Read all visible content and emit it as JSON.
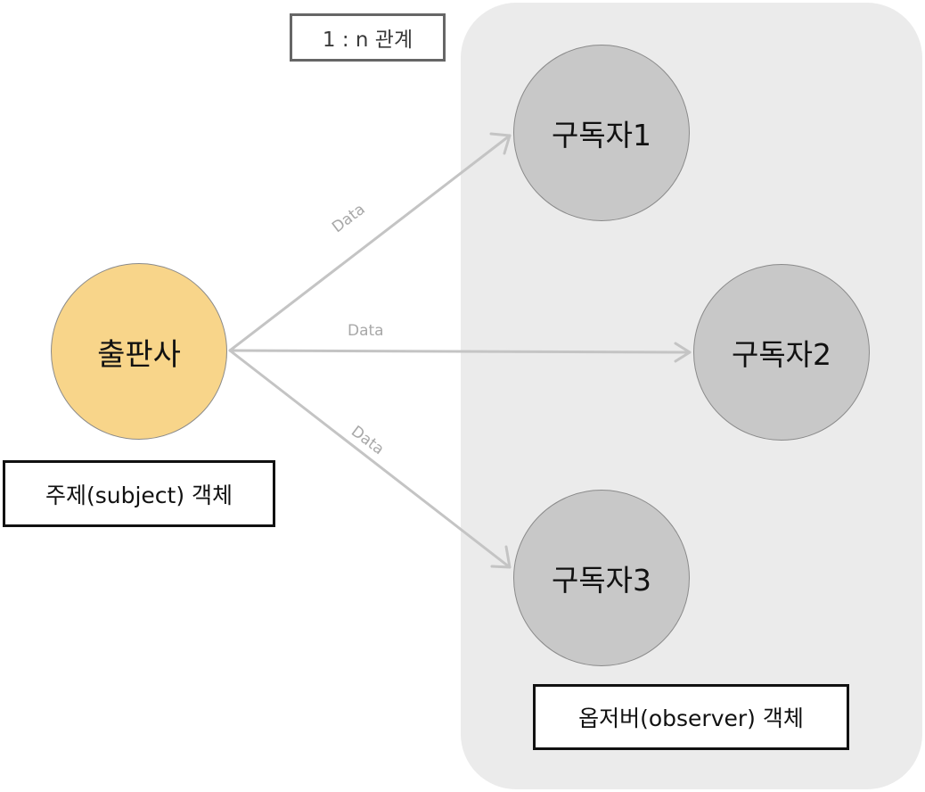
{
  "relation_label": "1 : n 관계",
  "publisher": {
    "label": "출판사"
  },
  "subject_caption": "주제(subject) 객체",
  "observer_caption": "옵저버(observer) 객체",
  "subscribers": [
    {
      "label": "구독자1"
    },
    {
      "label": "구독자2"
    },
    {
      "label": "구독자3"
    }
  ],
  "edges": [
    {
      "from": "출판사",
      "to": "구독자1",
      "label": "Data"
    },
    {
      "from": "출판사",
      "to": "구독자2",
      "label": "Data"
    },
    {
      "from": "출판사",
      "to": "구독자3",
      "label": "Data"
    }
  ],
  "colors": {
    "publisher_fill": "#f8d58a",
    "subscriber_fill": "#c8c8c8",
    "observer_region": "#ebebeb",
    "edge": "#c4c4c4"
  }
}
